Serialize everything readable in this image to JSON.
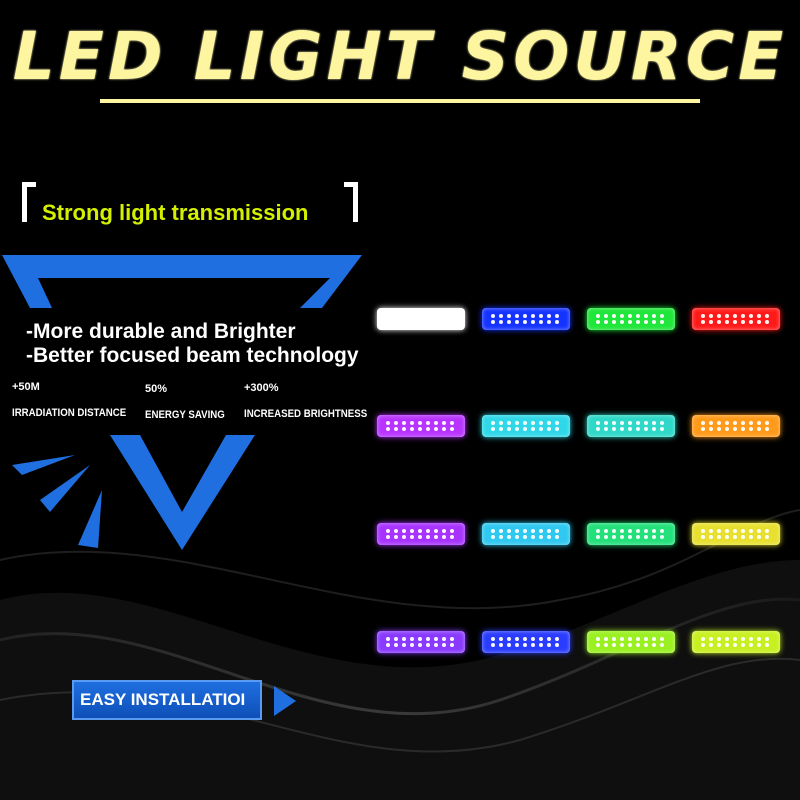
{
  "title": "LED LIGHT SOURCE",
  "strong_label": "Strong light transmission",
  "benefits": [
    "-More durable and Brighter",
    "-Better focused beam technology"
  ],
  "stats": [
    {
      "value": "+50M",
      "label": "IRRADIATION DISTANCE"
    },
    {
      "value": "50%",
      "label": "ENERGY SAVING"
    },
    {
      "value": "+300%",
      "label": "INCREASED BRIGHTNESS"
    }
  ],
  "install_label": "EASY INSTALLATIOI",
  "colors": {
    "title": "#fdf5a0",
    "accent_green": "#d4f000",
    "blue": "#1f6fe0"
  },
  "led_rows": [
    [
      "#ffffff",
      "#1533ff",
      "#1fe63a",
      "#ff1a1a"
    ],
    [
      "#b833ff",
      "#2fd8e8",
      "#2fd8c8",
      "#ff9a1a"
    ],
    [
      "#a833ff",
      "#2fc8f0",
      "#22e07a",
      "#e8e030"
    ],
    [
      "#8a3aff",
      "#2a3cff",
      "#9af020",
      "#c8f020"
    ]
  ]
}
